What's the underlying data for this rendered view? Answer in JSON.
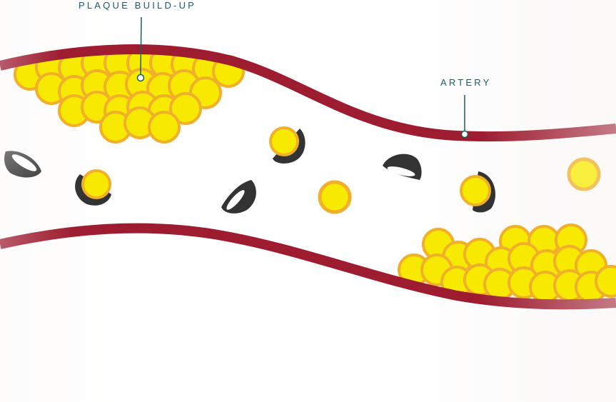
{
  "labels": {
    "plaque": "PLAQUE BUILD-UP",
    "artery": "ARTERY"
  },
  "colors": {
    "artery_wall": "#9e1c30",
    "plaque_fill": "#f7ea00",
    "plaque_stroke": "#f0b02a",
    "shell_dark": "#333333",
    "shell_grey": "#666666",
    "label_teal": "#1d5b63"
  },
  "icons": {
    "plaque-cell": "yellow-circle",
    "broken-shell": "dark-half-sphere",
    "leader-dot": "hollow-circle"
  }
}
